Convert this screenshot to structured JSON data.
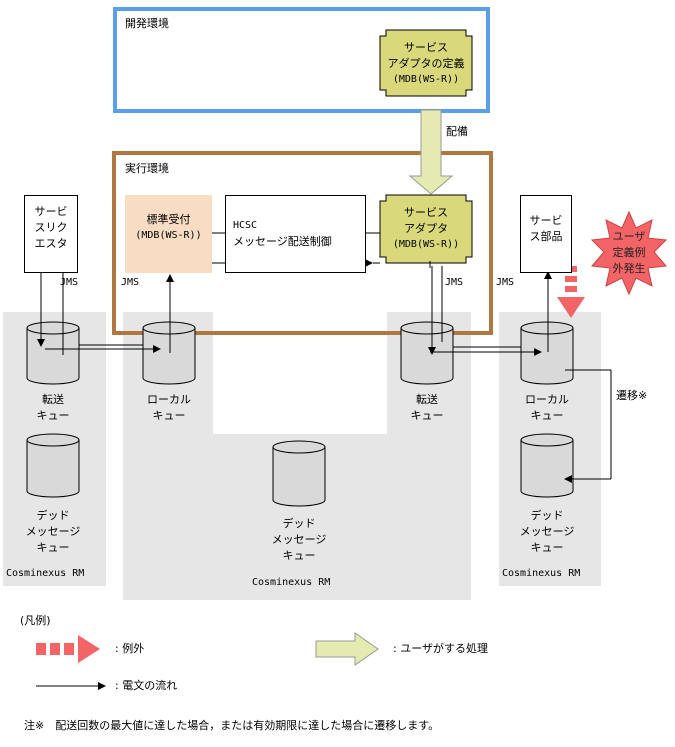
{
  "dev_env": {
    "label": "開発環境"
  },
  "exec_env": {
    "label": "実行環境"
  },
  "adapter_def": {
    "line1": "サービス",
    "line2": "アダプタの定義",
    "line3": "(MDB(WS-R))"
  },
  "deploy_label": "配備",
  "service_requester": {
    "line1": "サービ",
    "line2": "スリク",
    "line3": "エスタ"
  },
  "standard_reception": {
    "line1": "標準受付",
    "line2": "(MDB(WS-R))"
  },
  "hcsc_control": {
    "line1": "HCSC",
    "line2": "メッセージ配送制御"
  },
  "service_adapter": {
    "line1": "サービス",
    "line2": "アダプタ",
    "line3": "(MDB(WS-R))"
  },
  "service_part": {
    "line1": "サービ",
    "line2": "ス部品"
  },
  "user_exception": {
    "line1": "ユーザ",
    "line2": "定義例",
    "line3": "外発生"
  },
  "jms": "JMS",
  "queues": {
    "forward": {
      "line1": "転送",
      "line2": "キュー"
    },
    "local": {
      "line1": "ローカル",
      "line2": "キュー"
    },
    "dead": {
      "line1": "デッド",
      "line2": "メッセージ",
      "line3": "キュー"
    }
  },
  "rm_label": "Cosminexus RM",
  "transition_label": "遷移※",
  "legend": {
    "title": "(凡例)",
    "exception": ": 例外",
    "user_process": ": ユーザがする処理",
    "message_flow": ": 電文の流れ"
  },
  "note": "注※　配送回数の最大値に達した場合，または有効期限に達した場合に遷移します。",
  "colors": {
    "dev_border": "#5aa0e8",
    "exec_border": "#b07840",
    "adapter_fill": "#d9d87a",
    "reception_fill": "#f8dcc4",
    "exception_fill": "#f26466",
    "rm_gray": "#e6e6e6",
    "user_arrow_fill": "#e5ebb0"
  }
}
